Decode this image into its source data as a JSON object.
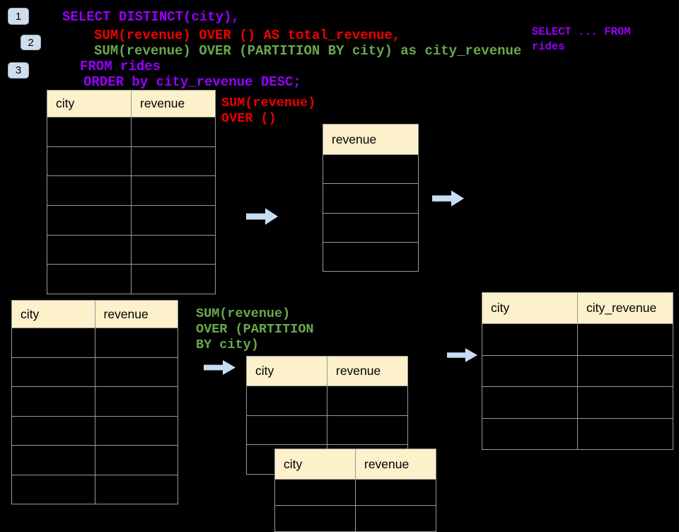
{
  "background": "#000000",
  "palette": {
    "sql_purple": "#9900ff",
    "sql_red": "#ee0000",
    "sql_green": "#6aa84f",
    "table_header_bg": "#fcf1ca",
    "table_border": "#999999",
    "arrow_fill": "#c8dcf2",
    "badge_bg": "#cfdeee"
  },
  "badges": [
    {
      "label": "1"
    },
    {
      "label": "2"
    },
    {
      "label": "3"
    }
  ],
  "code": {
    "lines": [
      {
        "text": "SELECT DISTINCT(city),",
        "color": "purple"
      },
      {
        "text": "SUM(revenue) OVER () AS total_revenue,",
        "color": "red"
      },
      {
        "text": "SUM(revenue) OVER (PARTITION BY city) as city_revenue",
        "color": "green"
      },
      {
        "text": "FROM rides",
        "color": "purple"
      },
      {
        "text": "ORDER by city_revenue DESC;",
        "color": "purple"
      }
    ]
  },
  "annotations": {
    "from_clause": "SELECT ... FROM\nrides",
    "total_window": "SUM(revenue)\nOVER ()",
    "partition_window": "SUM(revenue)\nOVER (PARTITION\nBY city)"
  },
  "tables": {
    "rides_source_1": {
      "columns": [
        "city",
        "revenue"
      ],
      "rows": 6
    },
    "total_revenue": {
      "columns": [
        "revenue"
      ],
      "rows": 4
    },
    "rides_source_2": {
      "columns": [
        "city",
        "revenue"
      ],
      "rows": 6
    },
    "partition_back": {
      "columns": [
        "city",
        "revenue"
      ],
      "rows": 3
    },
    "partition_front": {
      "columns": [
        "city",
        "revenue"
      ],
      "rows": 2
    },
    "city_revenue_result": {
      "columns": [
        "city",
        "city_revenue"
      ],
      "rows": 4
    }
  }
}
